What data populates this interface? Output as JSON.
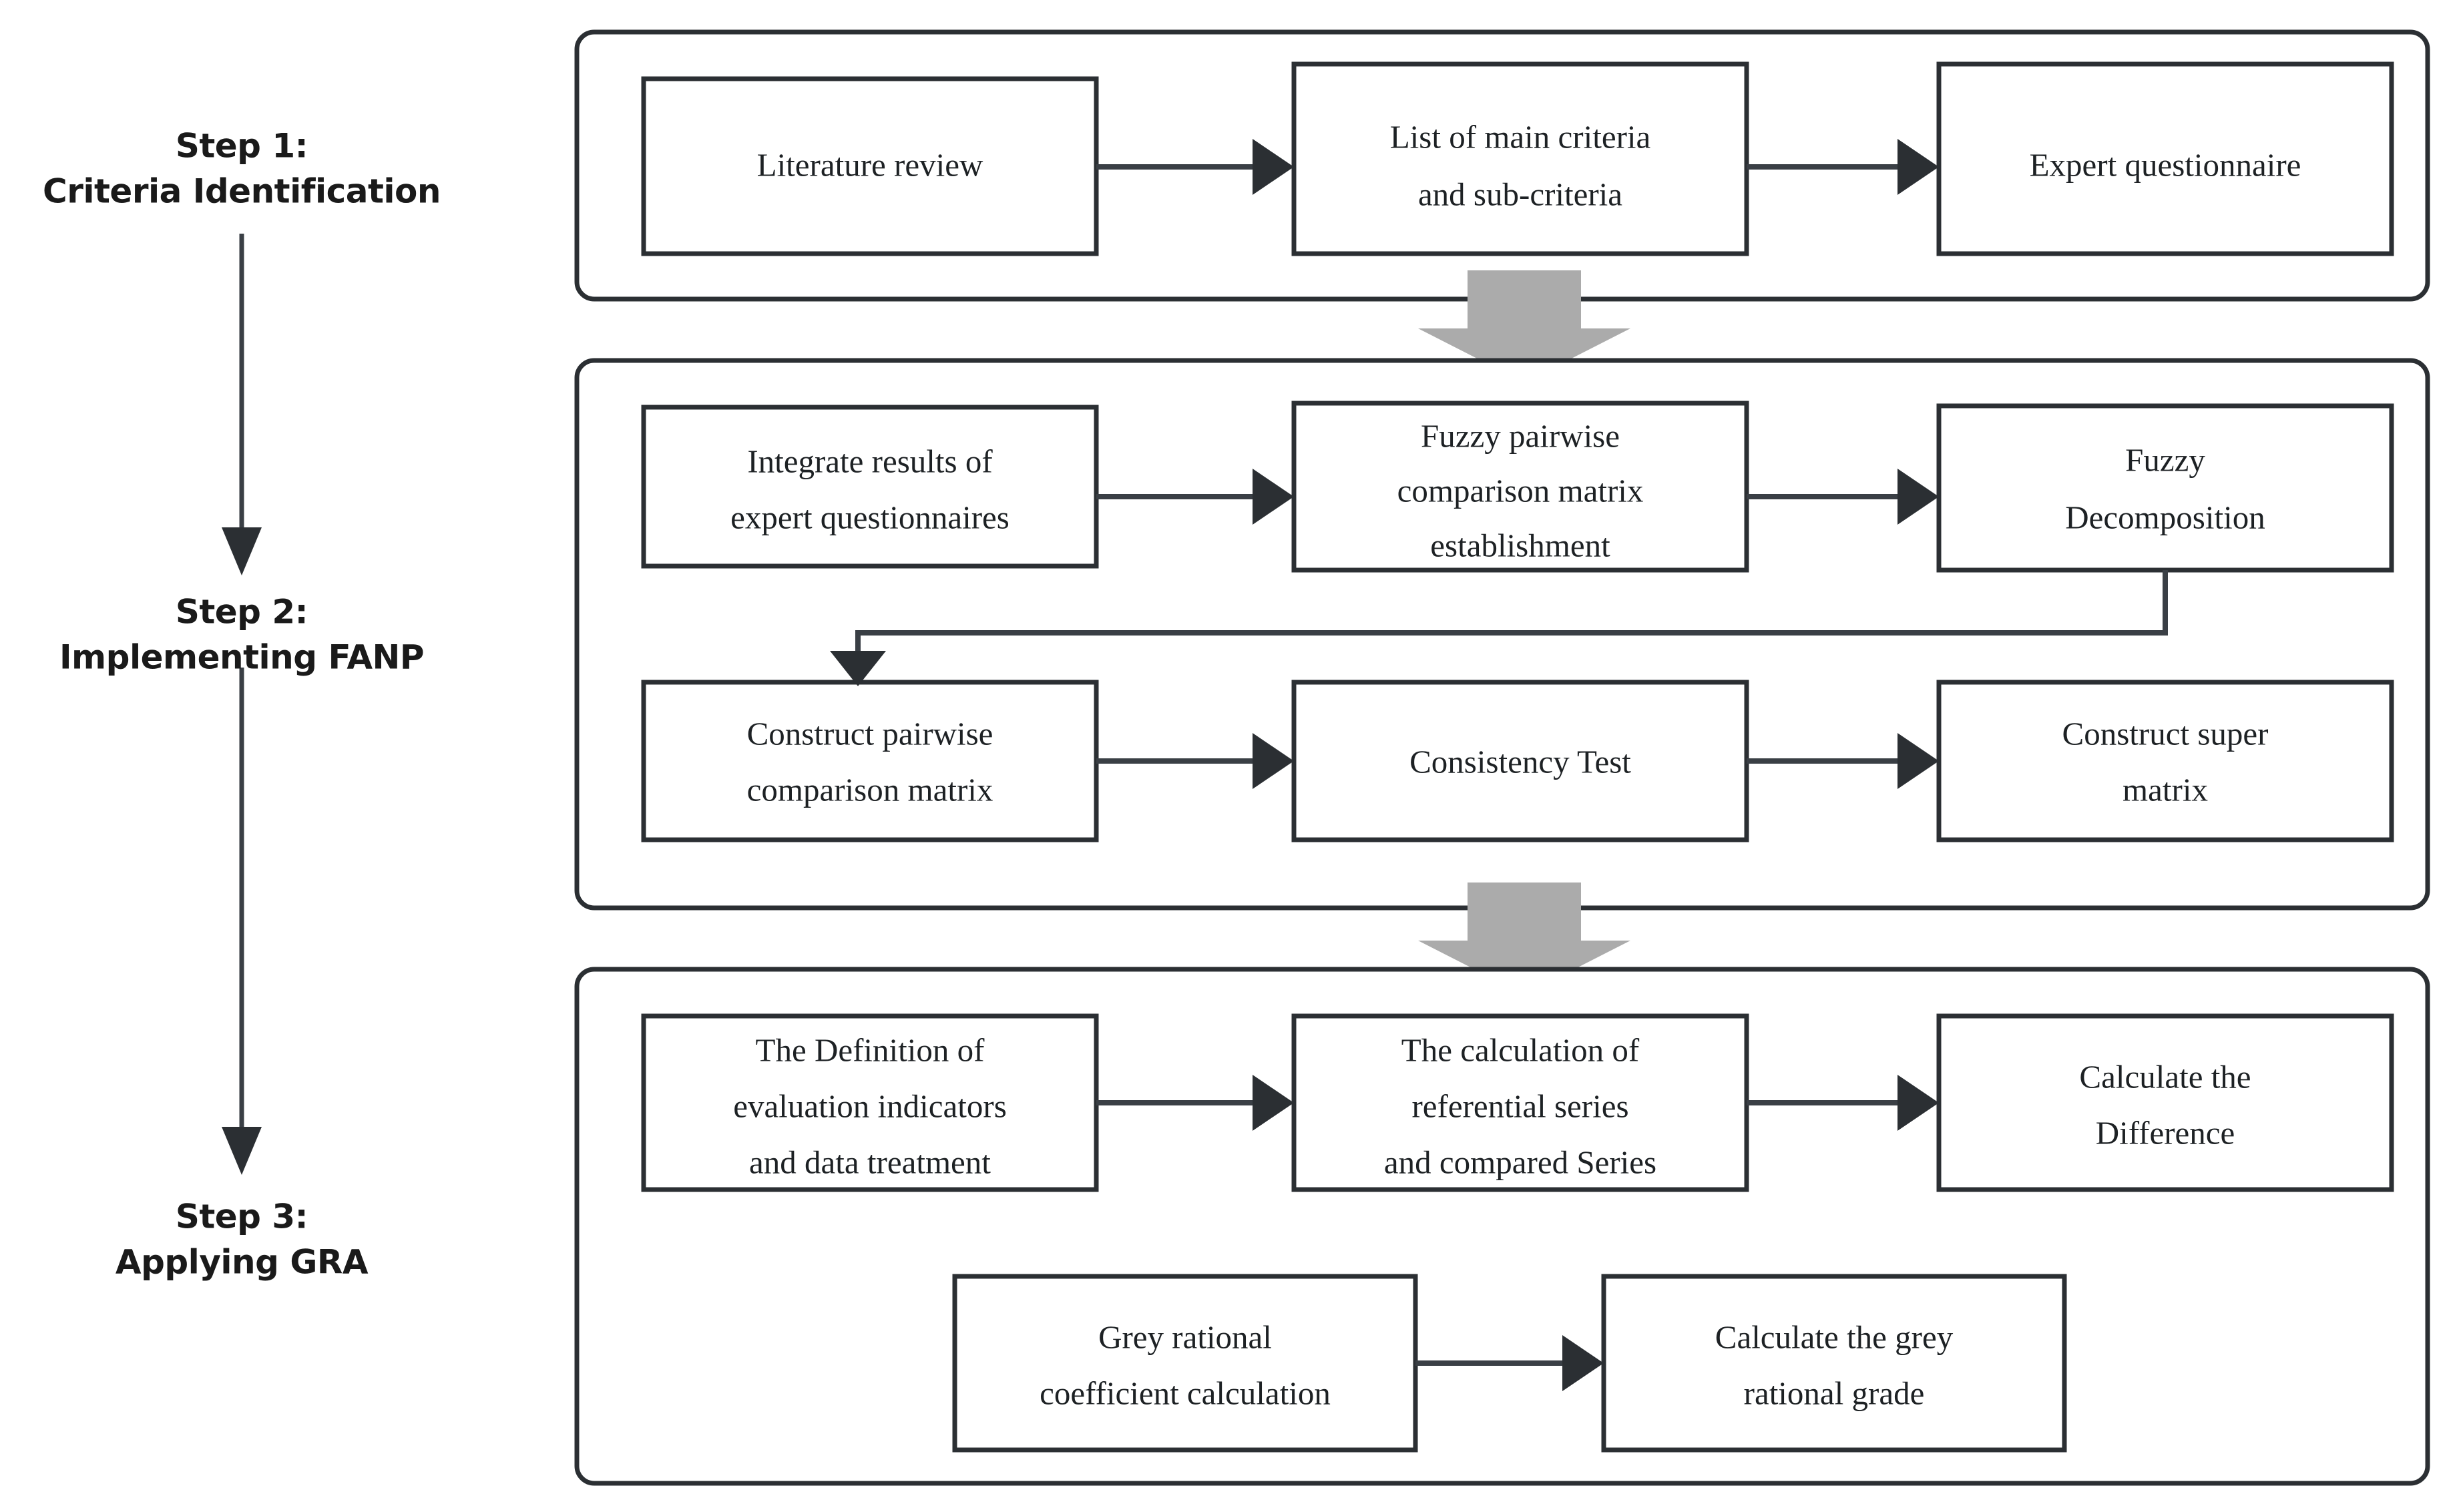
{
  "figure": {
    "type": "flowchart",
    "title": "Research methodology flowchart: FANP and GRA",
    "orientation": "left step labels with three stage panels",
    "colors": {
      "stroke": "#2b2f33",
      "connector": "#3a3f45",
      "stage_arrow": "#ababab",
      "background": "#ffffff",
      "text": "#1d2124"
    }
  },
  "steps": [
    {
      "id": "step-1",
      "line1": "Step 1:",
      "line2": "Criteria Identification"
    },
    {
      "id": "step-2",
      "line1": "Step 2:",
      "line2": "Implementing FANP"
    },
    {
      "id": "step-3",
      "line1": "Step 3:",
      "line2": "Applying GRA"
    }
  ],
  "panels": [
    {
      "id": "panel-step-1",
      "nodes": [
        {
          "id": "node-literature-review",
          "lines": [
            "Literature review"
          ]
        },
        {
          "id": "node-list-of-criteria",
          "lines": [
            "List of main criteria",
            "and sub-criteria"
          ]
        },
        {
          "id": "node-expert-questionnaire",
          "lines": [
            "Expert questionnaire"
          ]
        }
      ]
    },
    {
      "id": "panel-step-2",
      "nodes": [
        {
          "id": "node-integrate-results",
          "lines": [
            "Integrate results of",
            "expert questionnaires"
          ]
        },
        {
          "id": "node-fuzzy-pairwise",
          "lines": [
            "Fuzzy pairwise",
            "comparison matrix",
            "establishment"
          ]
        },
        {
          "id": "node-fuzzy-decomposition",
          "lines": [
            "Fuzzy",
            "Decomposition"
          ]
        },
        {
          "id": "node-construct-pairwise",
          "lines": [
            "Construct pairwise",
            "comparison matrix"
          ]
        },
        {
          "id": "node-consistency-test",
          "lines": [
            "Consistency Test"
          ]
        },
        {
          "id": "node-construct-super-matrix",
          "lines": [
            "Construct super",
            "matrix"
          ]
        }
      ]
    },
    {
      "id": "panel-step-3",
      "nodes": [
        {
          "id": "node-definition-indicators",
          "lines": [
            "The Definition of",
            "evaluation indicators",
            "and data treatment"
          ]
        },
        {
          "id": "node-calculation-series",
          "lines": [
            "The calculation of",
            "referential series",
            "and compared Series"
          ]
        },
        {
          "id": "node-calculate-difference",
          "lines": [
            "Calculate the",
            "Difference"
          ]
        },
        {
          "id": "node-grey-coefficient",
          "lines": [
            "Grey rational",
            "coefficient calculation"
          ]
        },
        {
          "id": "node-grey-grade",
          "lines": [
            "Calculate the grey",
            "rational grade"
          ]
        }
      ]
    }
  ],
  "connectors": [
    {
      "id": "conn-lit-to-list",
      "from": "node-literature-review",
      "to": "node-list-of-criteria",
      "kind": "arrow-right"
    },
    {
      "id": "conn-list-to-expert",
      "from": "node-list-of-criteria",
      "to": "node-expert-questionnaire",
      "kind": "arrow-right"
    },
    {
      "id": "conn-stage1-to-stage2",
      "from": "panel-step-1",
      "to": "panel-step-2",
      "kind": "block-arrow-down"
    },
    {
      "id": "conn-integrate-to-fuzzy",
      "from": "node-integrate-results",
      "to": "node-fuzzy-pairwise",
      "kind": "arrow-right"
    },
    {
      "id": "conn-fuzzy-to-decomp",
      "from": "node-fuzzy-pairwise",
      "to": "node-fuzzy-decomposition",
      "kind": "arrow-right"
    },
    {
      "id": "conn-decomp-to-construct",
      "from": "node-fuzzy-decomposition",
      "to": "node-construct-pairwise",
      "kind": "elbow-down-left-arrow-down"
    },
    {
      "id": "conn-construct-to-consistency",
      "from": "node-construct-pairwise",
      "to": "node-consistency-test",
      "kind": "arrow-right"
    },
    {
      "id": "conn-consistency-to-super",
      "from": "node-consistency-test",
      "to": "node-construct-super-matrix",
      "kind": "arrow-right"
    },
    {
      "id": "conn-stage2-to-stage3",
      "from": "panel-step-2",
      "to": "panel-step-3",
      "kind": "block-arrow-down"
    },
    {
      "id": "conn-definition-to-calculation",
      "from": "node-definition-indicators",
      "to": "node-calculation-series",
      "kind": "arrow-right"
    },
    {
      "id": "conn-calculation-to-difference",
      "from": "node-calculation-series",
      "to": "node-calculate-difference",
      "kind": "arrow-right"
    },
    {
      "id": "conn-coefficient-to-grade",
      "from": "node-grey-coefficient",
      "to": "node-grey-grade",
      "kind": "arrow-right"
    },
    {
      "id": "conn-step1-to-step2-spine",
      "from": "step-1",
      "to": "step-2",
      "kind": "arrow-down"
    },
    {
      "id": "conn-step2-to-step3-spine",
      "from": "step-2",
      "to": "step-3",
      "kind": "arrow-down"
    }
  ]
}
